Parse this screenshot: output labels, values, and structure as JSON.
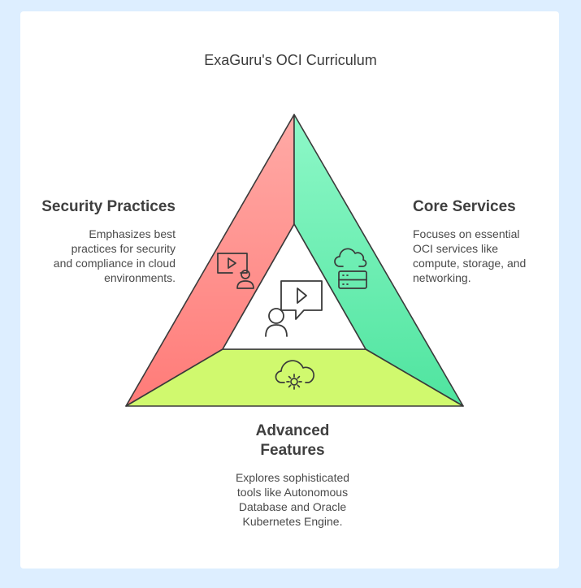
{
  "title": "ExaGuru's OCI Curriculum",
  "sections": {
    "security": {
      "heading": "Security Practices",
      "description_lines": [
        "Emphasizes best",
        "practices for security",
        "and compliance in cloud",
        "environments."
      ],
      "color": "#ff8484"
    },
    "core": {
      "heading": "Core Services",
      "description_lines": [
        "Focuses on essential",
        "OCI services like",
        "compute, storage, and",
        "networking."
      ],
      "color": "#5fe6a8"
    },
    "advanced": {
      "heading_lines": [
        "Advanced",
        "Features"
      ],
      "description_lines": [
        "Explores sophisticated",
        "tools like Autonomous",
        "Database and Oracle",
        "Kubernetes Engine."
      ],
      "color": "#d2f86e"
    }
  },
  "icons": {
    "center": "video-presenter-icon",
    "security": "video-user-icon",
    "core": "cloud-server-icon",
    "advanced": "cloud-gear-icon"
  }
}
